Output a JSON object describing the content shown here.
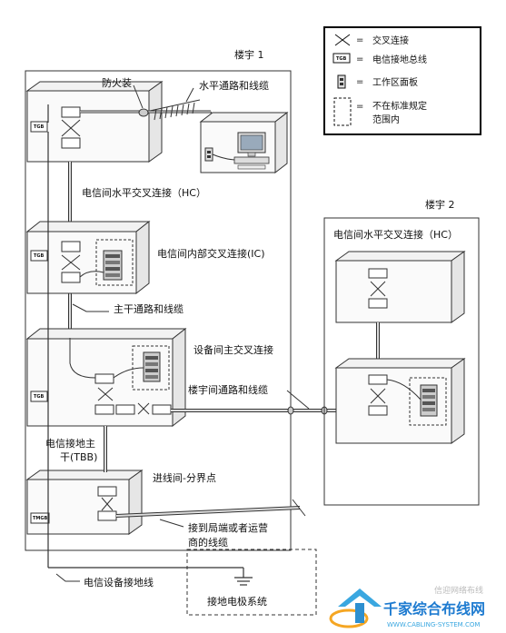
{
  "legend": {
    "cross_connect": "交叉连接",
    "tgb": "电信接地总线",
    "work_area": "工作区面板",
    "out_of_scope_line1": "不在标准规定",
    "out_of_scope_line2": "范围内",
    "equals": "="
  },
  "building1": {
    "title": "楼宇 1"
  },
  "building2": {
    "title": "楼宇 2",
    "hc_label": "电信间水平交叉连接（HC）"
  },
  "labels": {
    "firestop": "防火装",
    "horizontal_pathway": "水平通路和线缆",
    "hc": "电信间水平交叉连接（HC）",
    "ic": "电信间内部交叉连接(IC)",
    "backbone": "主干通路和线缆",
    "mc": "设备间主交叉连接",
    "inter_building": "楼宇间通路和线缆",
    "tbb_line1": "电信接地主",
    "tbb_line2": "干(TBB)",
    "entrance": "进线间-分界点",
    "to_central_line1": "接到局端或者运营",
    "to_central_line2": "商的线缆",
    "equipment_ground": "电信设备接地线",
    "grounding_system": "接地电极系统"
  },
  "tags": {
    "tgb": "TGB",
    "tmgb": "TMGB"
  },
  "watermark": {
    "top_text": "信迎网络布线",
    "brand": "千家综合布线网",
    "url": "WWW.CABLING-SYSTEM.COM"
  }
}
